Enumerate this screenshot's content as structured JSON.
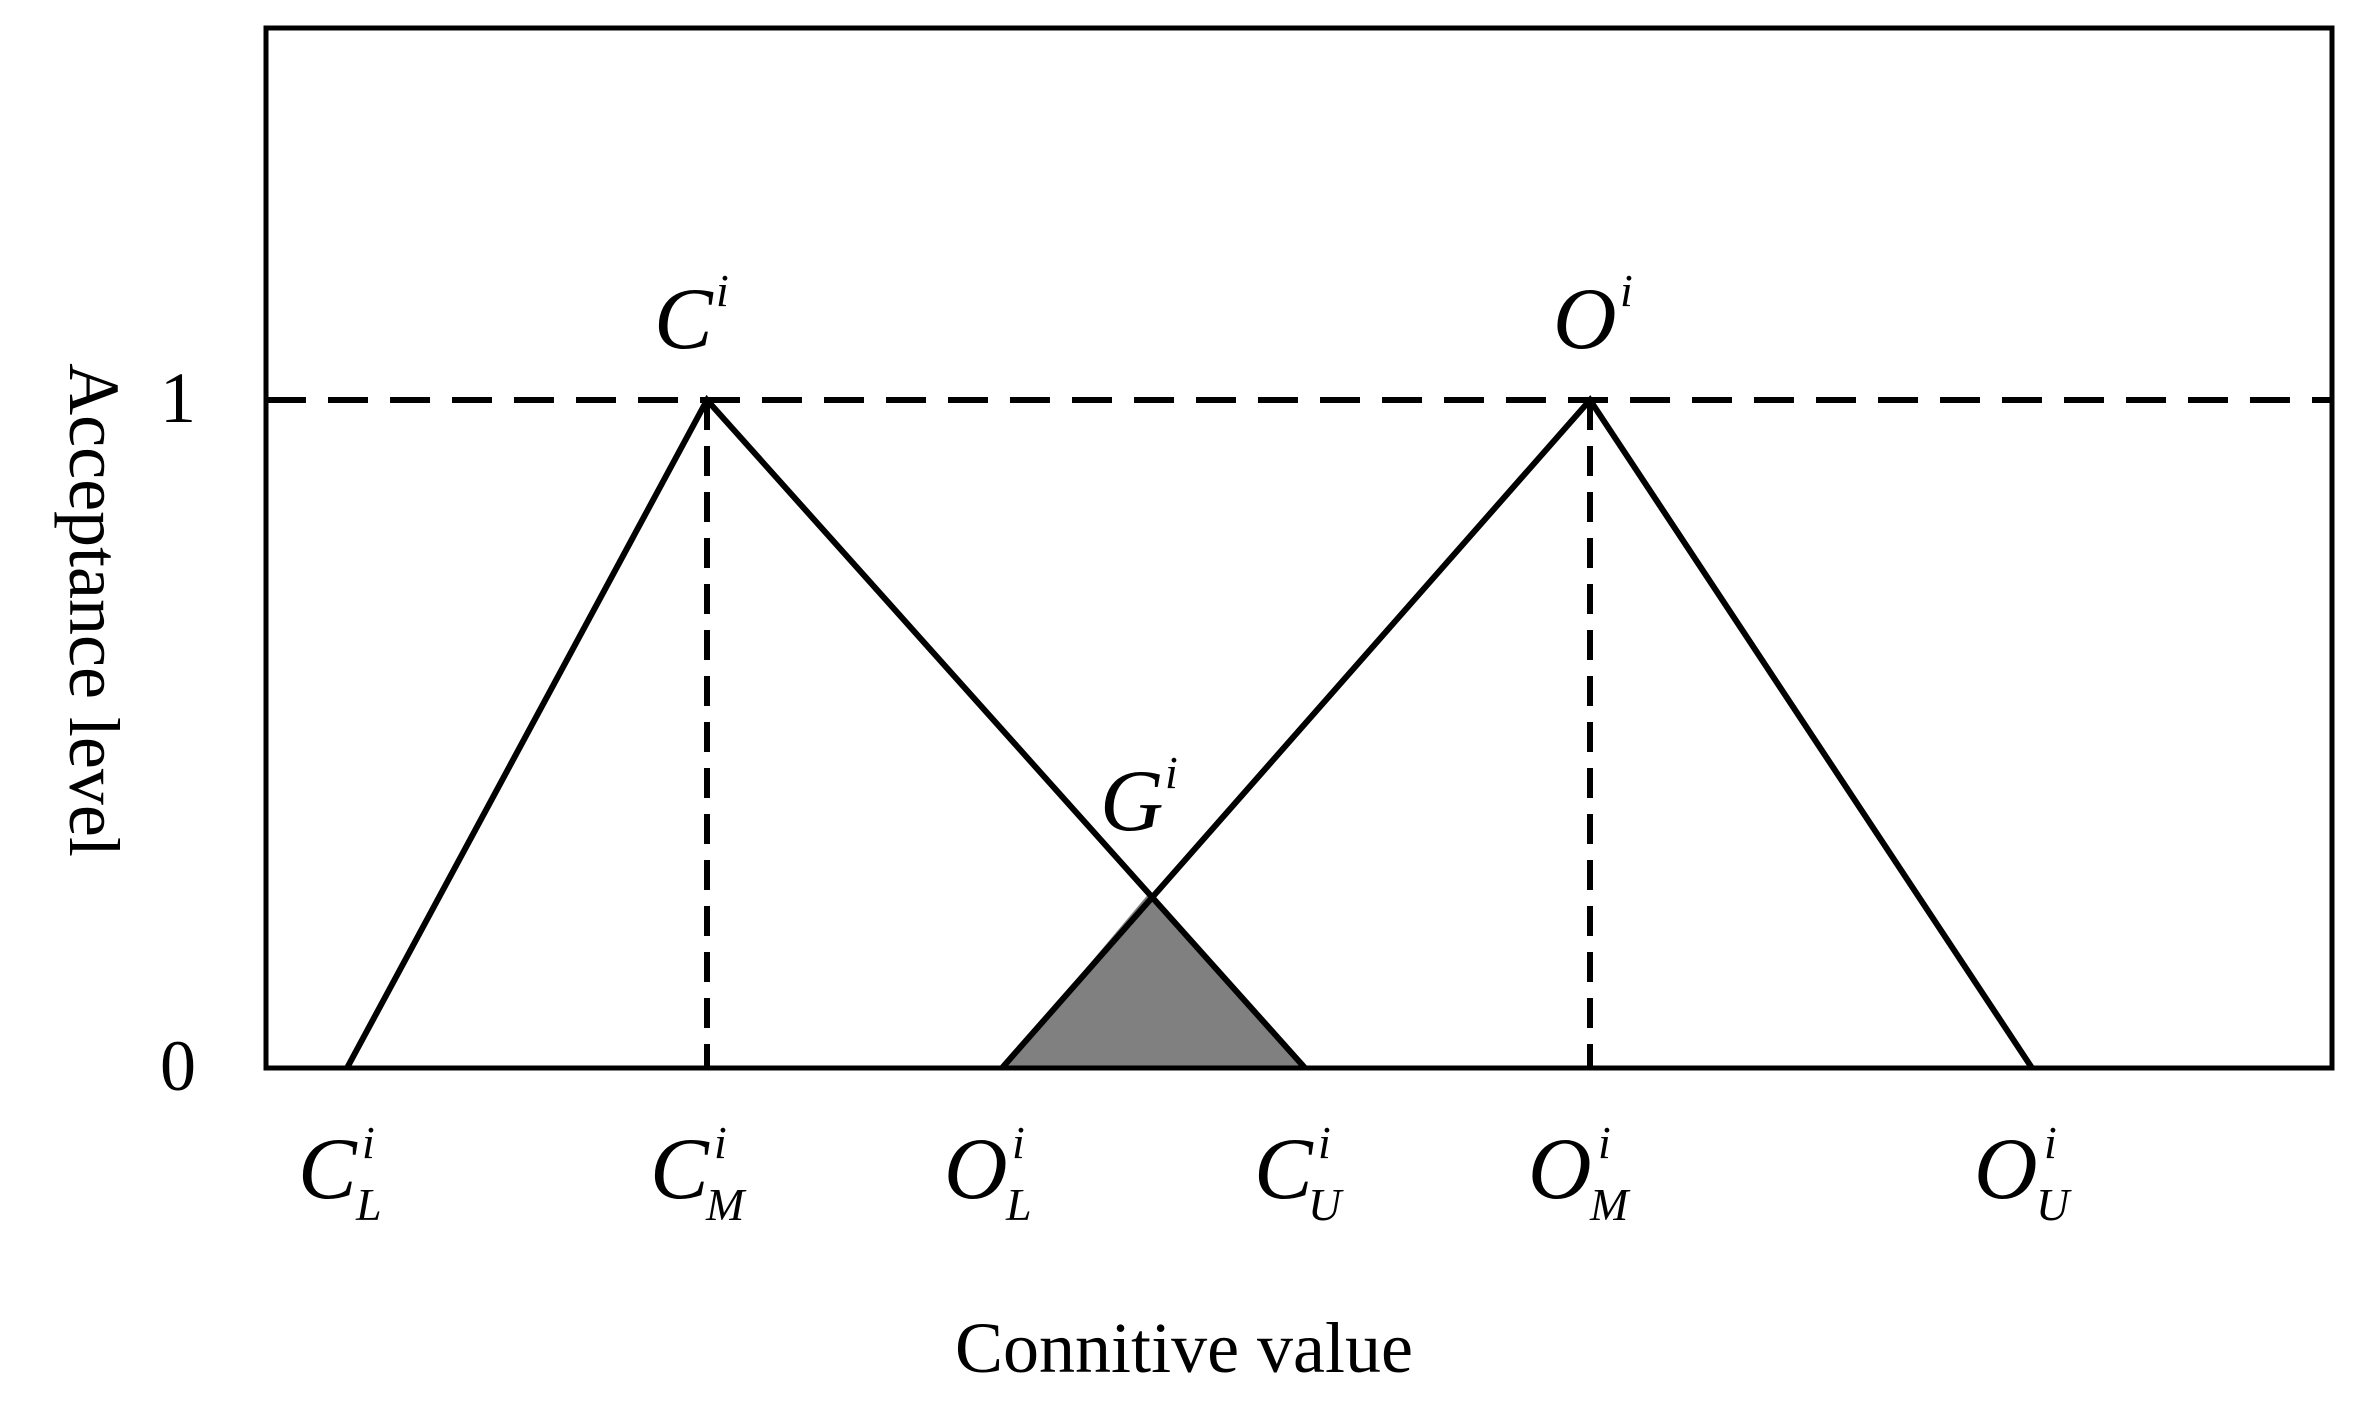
{
  "axes": {
    "x_title": "Connitive value",
    "y_title": "Acceptance level",
    "y_tick_top": "1",
    "y_tick_bottom": "0"
  },
  "peaks": {
    "c": {
      "main": "C",
      "sup": "i"
    },
    "o": {
      "main": "O",
      "sup": "i"
    },
    "g": {
      "main": "G",
      "sup": "i"
    }
  },
  "x_points": {
    "c_l": {
      "main": "C",
      "sup": "i",
      "sub": "L"
    },
    "c_m": {
      "main": "C",
      "sup": "i",
      "sub": "M"
    },
    "o_l": {
      "main": "O",
      "sup": "i",
      "sub": "L"
    },
    "c_u": {
      "main": "C",
      "sup": "i",
      "sub": "U"
    },
    "o_m": {
      "main": "O",
      "sup": "i",
      "sub": "M"
    },
    "o_u": {
      "main": "O",
      "sup": "i",
      "sub": "U"
    }
  },
  "colors": {
    "line": "#000000",
    "overlap_fill": "#808080",
    "background": "#ffffff"
  }
}
